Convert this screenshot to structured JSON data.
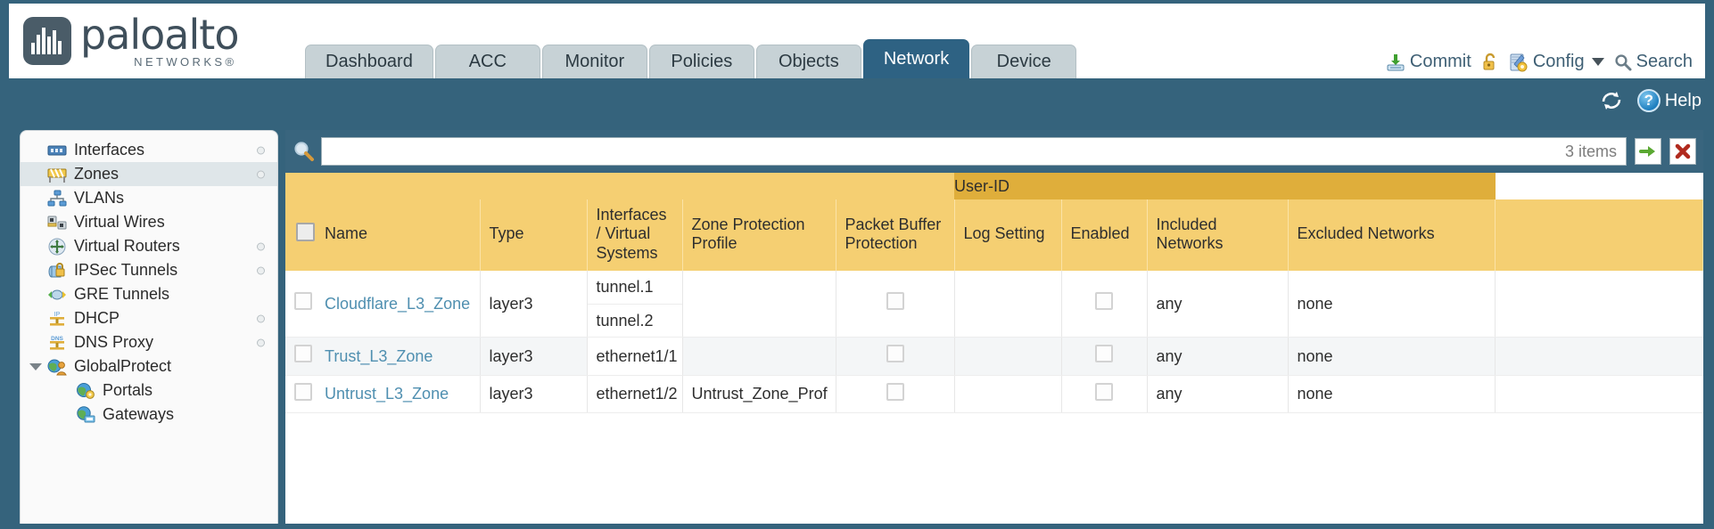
{
  "brand": {
    "name": "paloalto",
    "tagline": "NETWORKS",
    "registered": "®"
  },
  "tabs": [
    {
      "label": "Dashboard",
      "active": false
    },
    {
      "label": "ACC",
      "active": false
    },
    {
      "label": "Monitor",
      "active": false
    },
    {
      "label": "Policies",
      "active": false
    },
    {
      "label": "Objects",
      "active": false
    },
    {
      "label": "Network",
      "active": true
    },
    {
      "label": "Device",
      "active": false
    }
  ],
  "toptools": {
    "commit_label": "Commit",
    "commit_icon": "commit-download-icon",
    "lock_icon": "unlock-icon",
    "config_label": "Config",
    "config_icon": "config-wrench-icon",
    "config_caret": "chevron-down-icon",
    "search_label": "Search",
    "search_icon": "magnifier-icon"
  },
  "helprow": {
    "refresh_icon": "refresh-icon",
    "help_label": "Help",
    "help_glyph": "?"
  },
  "sidebar": {
    "items": [
      {
        "label": "Interfaces",
        "icon": "interfaces-icon",
        "selected": false,
        "dot": true,
        "child": false,
        "expander": false
      },
      {
        "label": "Zones",
        "icon": "zones-icon",
        "selected": true,
        "dot": true,
        "child": false,
        "expander": false
      },
      {
        "label": "VLANs",
        "icon": "vlans-icon",
        "selected": false,
        "dot": false,
        "child": false,
        "expander": false
      },
      {
        "label": "Virtual Wires",
        "icon": "virtual-wires-icon",
        "selected": false,
        "dot": false,
        "child": false,
        "expander": false
      },
      {
        "label": "Virtual Routers",
        "icon": "virtual-routers-icon",
        "selected": false,
        "dot": true,
        "child": false,
        "expander": false
      },
      {
        "label": "IPSec Tunnels",
        "icon": "ipsec-tunnels-icon",
        "selected": false,
        "dot": true,
        "child": false,
        "expander": false
      },
      {
        "label": "GRE Tunnels",
        "icon": "gre-tunnels-icon",
        "selected": false,
        "dot": false,
        "child": false,
        "expander": false
      },
      {
        "label": "DHCP",
        "icon": "dhcp-icon",
        "selected": false,
        "dot": true,
        "child": false,
        "expander": false
      },
      {
        "label": "DNS Proxy",
        "icon": "dns-proxy-icon",
        "selected": false,
        "dot": true,
        "child": false,
        "expander": false
      },
      {
        "label": "GlobalProtect",
        "icon": "globalprotect-icon",
        "selected": false,
        "dot": false,
        "child": false,
        "expander": true
      },
      {
        "label": "Portals",
        "icon": "portals-icon",
        "selected": false,
        "dot": false,
        "child": true,
        "expander": false
      },
      {
        "label": "Gateways",
        "icon": "gateways-icon",
        "selected": false,
        "dot": false,
        "child": true,
        "expander": false
      }
    ]
  },
  "search": {
    "icon": "magnifier-icon",
    "value": "",
    "placeholder": "",
    "items_count": "3 items",
    "apply_icon": "green-arrow-icon",
    "clear_icon": "red-x-icon"
  },
  "table": {
    "group_header": "User-ID",
    "columns": [
      "Name",
      "Type",
      "Interfaces / Virtual Systems",
      "Zone Protection Profile",
      "Packet Buffer Protection",
      "Log Setting",
      "Enabled",
      "Included Networks",
      "Excluded Networks"
    ],
    "select_all_checkbox": "unchecked",
    "rows": [
      {
        "selected": false,
        "name": "Cloudflare_L3_Zone",
        "type": "layer3",
        "interfaces": [
          "tunnel.1",
          "tunnel.2"
        ],
        "zone_protection_profile": "",
        "packet_buffer_protection": "unchecked",
        "log_setting": "",
        "userid_enabled": "unchecked",
        "included_networks": "any",
        "excluded_networks": "none"
      },
      {
        "selected": false,
        "name": "Trust_L3_Zone",
        "type": "layer3",
        "interfaces": [
          "ethernet1/1"
        ],
        "zone_protection_profile": "",
        "packet_buffer_protection": "unchecked",
        "log_setting": "",
        "userid_enabled": "unchecked",
        "included_networks": "any",
        "excluded_networks": "none"
      },
      {
        "selected": false,
        "name": "Untrust_L3_Zone",
        "type": "layer3",
        "interfaces": [
          "ethernet1/2"
        ],
        "zone_protection_profile": "Untrust_Zone_Prof",
        "packet_buffer_protection": "unchecked",
        "log_setting": "",
        "userid_enabled": "unchecked",
        "included_networks": "any",
        "excluded_networks": "none"
      }
    ]
  },
  "colors": {
    "chrome_blue": "#35637c",
    "active_tab": "#2e6283",
    "table_header": "#f5cf72",
    "group_header": "#dfae3b",
    "link": "#4f8fb0"
  }
}
